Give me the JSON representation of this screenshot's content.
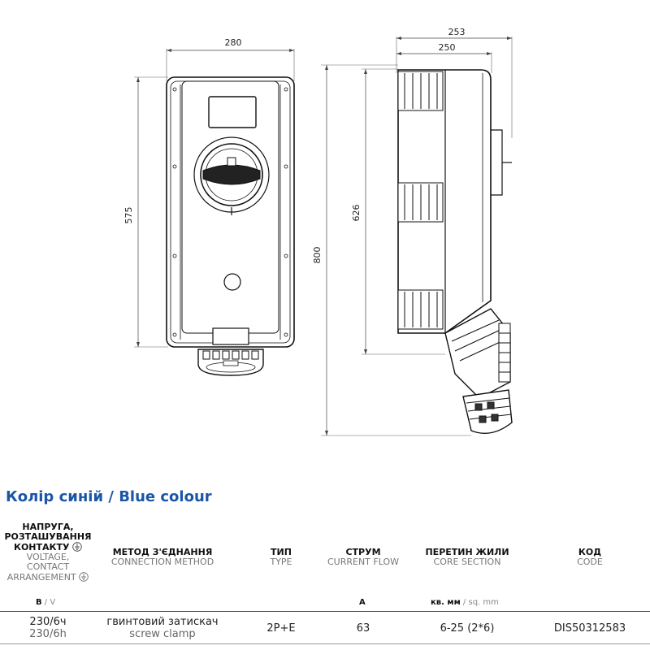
{
  "drawing": {
    "front_width": "280",
    "front_height": "575",
    "side_width_outer": "253",
    "side_width_inner": "250",
    "side_height_body": "626",
    "total_height": "800"
  },
  "section_title": "Колір синій / Blue colour",
  "table": {
    "headers": {
      "voltage": {
        "line1": "НАПРУГА,",
        "line2": "РОЗТАШУВАННЯ",
        "line3": "КОНТАКТУ",
        "en1": "VOLTAGE,",
        "en2": "CONTACT",
        "en3": "ARRANGEMENT"
      },
      "method": {
        "uk": "МЕТОД З'ЄДНАННЯ",
        "en": "CONNECTION METHOD"
      },
      "type": {
        "uk": "ТИП",
        "en": "TYPE"
      },
      "current": {
        "uk": "СТРУМ",
        "en": "CURRENT FLOW"
      },
      "section": {
        "uk": "ПЕРЕТИН ЖИЛИ",
        "en": "CORE SECTION"
      },
      "code": {
        "uk": "КОД",
        "en": "CODE"
      }
    },
    "units": {
      "voltage_uk": "B",
      "voltage_sep": " / ",
      "voltage_en": "V",
      "current": "A",
      "section_uk": "кв. мм",
      "section_sep": " / ",
      "section_en": "sq. mm"
    },
    "row": {
      "voltage_uk": "230/6ч",
      "voltage_en": "230/6h",
      "method_uk": "гвинтовий затискач",
      "method_en": "screw clamp",
      "type": "2P+E",
      "current": "63",
      "section": "6-25 (2*6)",
      "code": "DIS50312583"
    }
  }
}
